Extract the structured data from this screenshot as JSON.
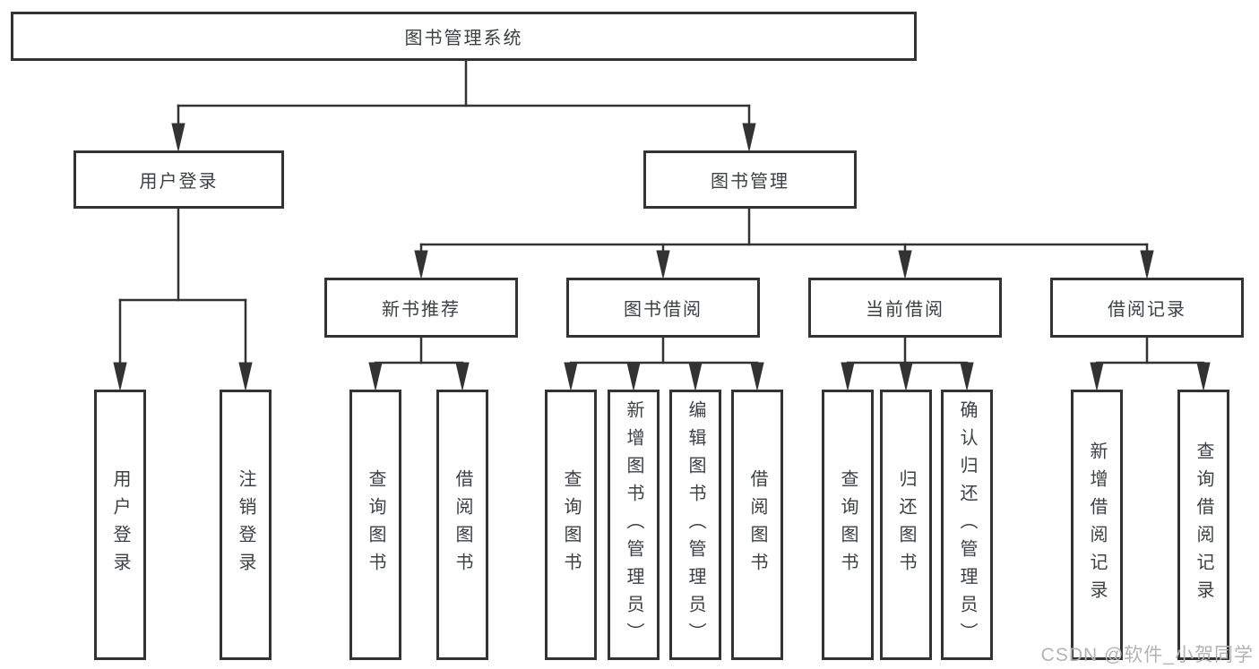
{
  "tree": {
    "root": {
      "label": "图书管理系统"
    },
    "level2": [
      {
        "label": "用户登录",
        "leaves": [
          {
            "label": "用户登录"
          },
          {
            "label": "注销登录"
          }
        ]
      },
      {
        "label": "图书管理",
        "sections": [
          {
            "label": "新书推荐",
            "leaves": [
              {
                "label": "查询图书"
              },
              {
                "label": "借阅图书"
              }
            ]
          },
          {
            "label": "图书借阅",
            "leaves": [
              {
                "label": "查询图书"
              },
              {
                "label": "新增图书（管理员）"
              },
              {
                "label": "编辑图书（管理员）"
              },
              {
                "label": "借阅图书"
              }
            ]
          },
          {
            "label": "当前借阅",
            "leaves": [
              {
                "label": "查询图书"
              },
              {
                "label": "归还图书"
              },
              {
                "label": "确认归还（管理员）"
              }
            ]
          },
          {
            "label": "借阅记录",
            "leaves": [
              {
                "label": "新增借阅记录"
              },
              {
                "label": "查询借阅记录"
              }
            ]
          }
        ]
      }
    ]
  },
  "watermark": {
    "text": "CSDN @软件_小贺同学"
  },
  "colors": {
    "line": "#333333",
    "box_border": "#333333",
    "text": "#3d4043",
    "background": "#ffffff",
    "watermark": "#b3b3b3"
  }
}
